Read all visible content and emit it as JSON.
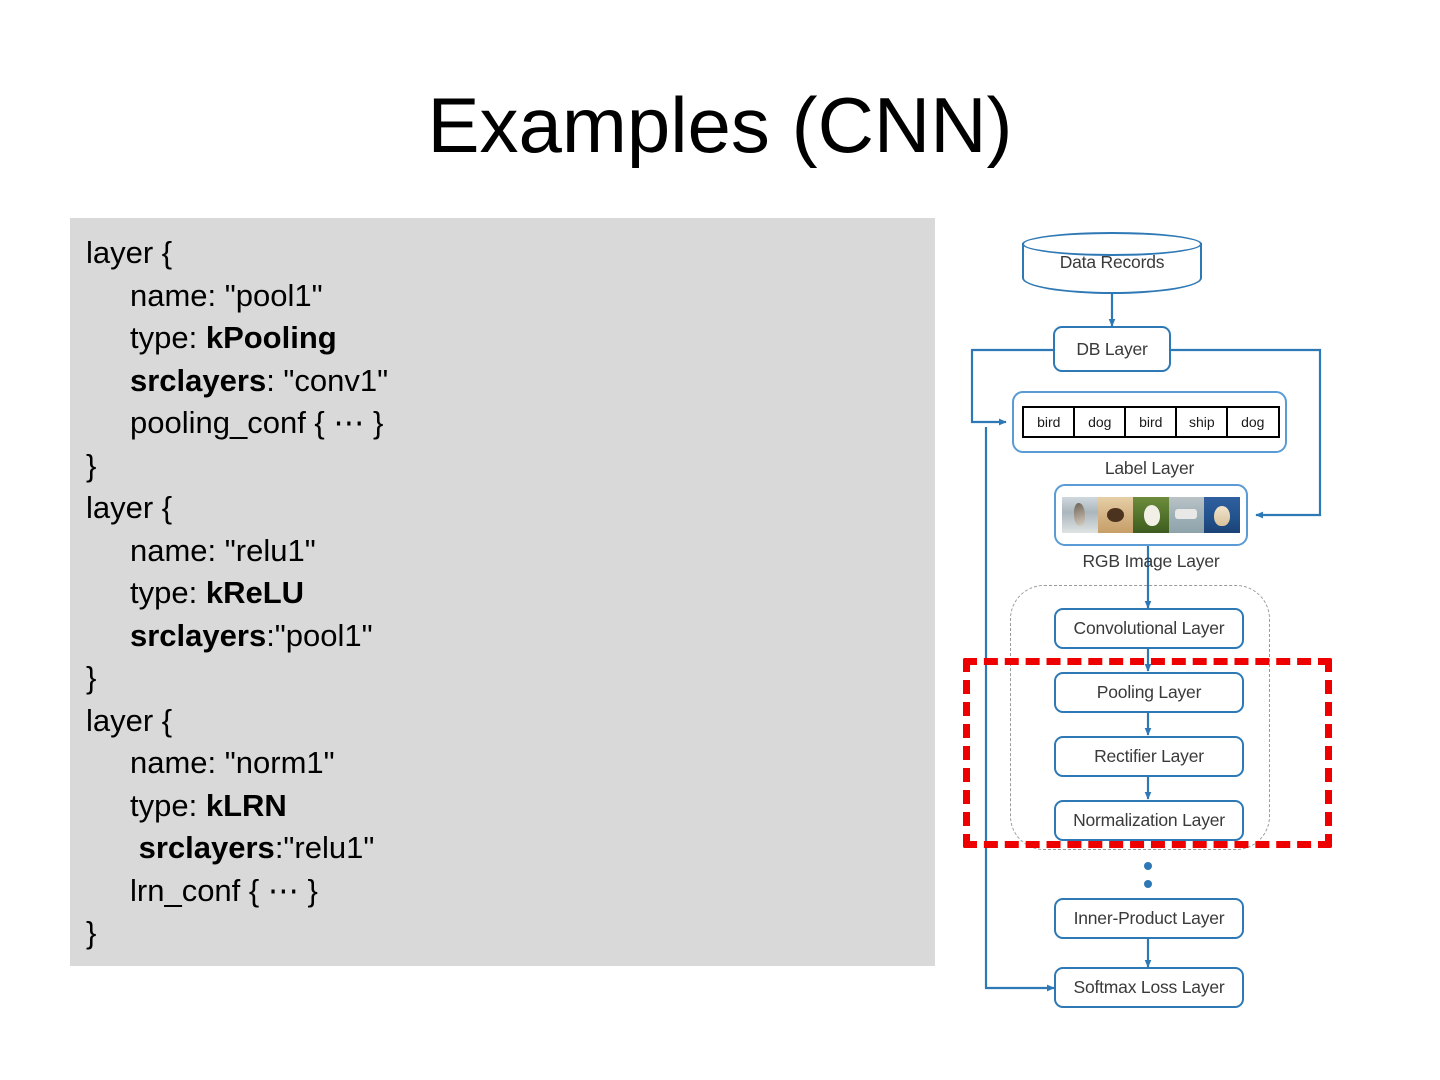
{
  "slide": {
    "title": "Examples (CNN)"
  },
  "code_panel": {
    "background_color": "#d9d9d9",
    "lines": [
      {
        "indent": 0,
        "segments": [
          {
            "text": "layer {",
            "bold": false
          }
        ]
      },
      {
        "indent": 1,
        "segments": [
          {
            "text": "name: \"pool1\"",
            "bold": false
          }
        ]
      },
      {
        "indent": 1,
        "segments": [
          {
            "text": "type: ",
            "bold": false
          },
          {
            "text": "kPooling",
            "bold": true
          }
        ]
      },
      {
        "indent": 1,
        "segments": [
          {
            "text": "srclayers",
            "bold": true
          },
          {
            "text": ": \"conv1\"",
            "bold": false
          }
        ]
      },
      {
        "indent": 1,
        "segments": [
          {
            "text": "pooling_conf { ⋯ }",
            "bold": false
          }
        ]
      },
      {
        "indent": 0,
        "segments": [
          {
            "text": "}",
            "bold": false
          }
        ]
      },
      {
        "indent": 0,
        "segments": [
          {
            "text": "layer {",
            "bold": false
          }
        ]
      },
      {
        "indent": 1,
        "segments": [
          {
            "text": "name: \"relu1\"",
            "bold": false
          }
        ]
      },
      {
        "indent": 1,
        "segments": [
          {
            "text": "type: ",
            "bold": false
          },
          {
            "text": "kReLU",
            "bold": true
          }
        ]
      },
      {
        "indent": 1,
        "segments": [
          {
            "text": "srclayers",
            "bold": true
          },
          {
            "text": ":\"pool1\"",
            "bold": false
          }
        ]
      },
      {
        "indent": 0,
        "segments": [
          {
            "text": "}",
            "bold": false
          }
        ]
      },
      {
        "indent": 0,
        "segments": [
          {
            "text": "layer {",
            "bold": false
          }
        ]
      },
      {
        "indent": 1,
        "segments": [
          {
            "text": "name: \"norm1\"",
            "bold": false
          }
        ]
      },
      {
        "indent": 1,
        "segments": [
          {
            "text": "type: ",
            "bold": false
          },
          {
            "text": "kLRN",
            "bold": true
          }
        ]
      },
      {
        "indent": 1,
        "segments": [
          {
            "text": " srclayers",
            "bold": true
          },
          {
            "text": ":\"relu1\"",
            "bold": false
          }
        ]
      },
      {
        "indent": 1,
        "segments": [
          {
            "text": "lrn_conf { ⋯ }",
            "bold": false
          }
        ]
      },
      {
        "indent": 0,
        "segments": [
          {
            "text": "}",
            "bold": false
          }
        ]
      }
    ]
  },
  "diagram": {
    "accent_color": "#2e79b5",
    "box_border_color": "#5b9bd5",
    "highlight_color": "#ef0000",
    "group_dash_color": "#9a9a9a",
    "data_records": {
      "label": "Data Records",
      "shape": "cylinder"
    },
    "db_layer": {
      "label": "DB Layer"
    },
    "label_layer": {
      "caption": "Label Layer",
      "cells": [
        "bird",
        "dog",
        "bird",
        "ship",
        "dog"
      ]
    },
    "rgb_image_layer": {
      "caption": "RGB Image Layer",
      "thumbnails": [
        "bird",
        "dog",
        "chicken",
        "ship",
        "dog"
      ]
    },
    "pipeline": [
      {
        "label": "Convolutional Layer",
        "highlighted": false
      },
      {
        "label": "Pooling Layer",
        "highlighted": true
      },
      {
        "label": "Rectifier Layer",
        "highlighted": true
      },
      {
        "label": "Normalization Layer",
        "highlighted": true
      }
    ],
    "ellipsis_dots": 3,
    "inner_product_layer": {
      "label": "Inner-Product Layer"
    },
    "softmax_loss_layer": {
      "label": "Softmax Loss Layer"
    }
  }
}
